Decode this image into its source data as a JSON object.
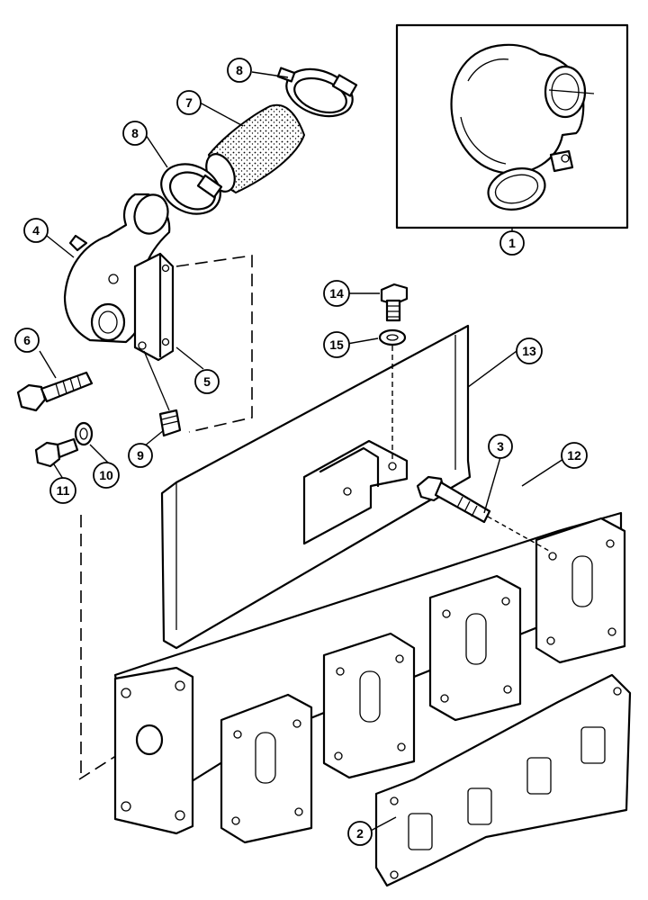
{
  "callouts": [
    {
      "id": "1",
      "label": "1"
    },
    {
      "id": "2",
      "label": "2"
    },
    {
      "id": "3",
      "label": "3"
    },
    {
      "id": "4",
      "label": "4"
    },
    {
      "id": "5",
      "label": "5"
    },
    {
      "id": "6",
      "label": "6"
    },
    {
      "id": "7",
      "label": "7"
    },
    {
      "id": "8a",
      "label": "8"
    },
    {
      "id": "8b",
      "label": "8"
    },
    {
      "id": "9",
      "label": "9"
    },
    {
      "id": "10",
      "label": "10"
    },
    {
      "id": "11",
      "label": "11"
    },
    {
      "id": "12",
      "label": "12"
    },
    {
      "id": "13",
      "label": "13"
    },
    {
      "id": "14",
      "label": "14"
    },
    {
      "id": "15",
      "label": "15"
    }
  ]
}
